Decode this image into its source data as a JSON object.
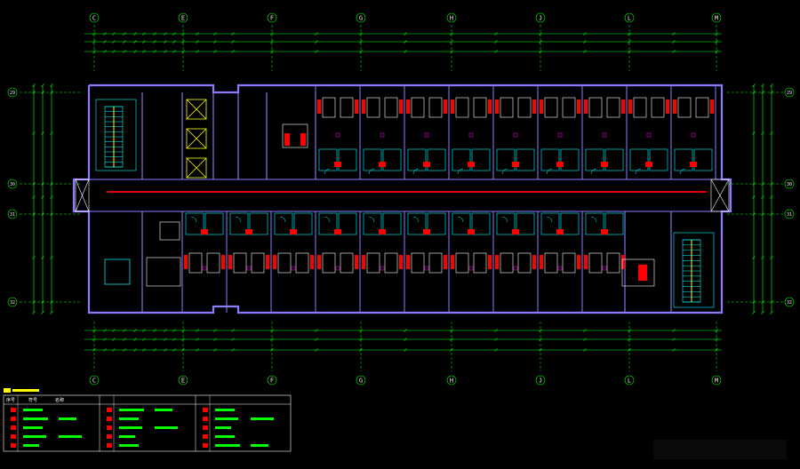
{
  "drawing": {
    "background": "#000000",
    "colors": {
      "wall": "#8a7cff",
      "cyan": "#00ffff",
      "green": "#00ff00",
      "red": "#ff0000",
      "white": "#ffffff",
      "yellow": "#ffff00",
      "magenta": "#ff00ff"
    }
  },
  "grid": {
    "columns": [
      "C",
      "E",
      "F",
      "G",
      "H",
      "J",
      "L",
      "M"
    ],
    "rows": [
      "29",
      "30",
      "31",
      "32"
    ]
  },
  "legend": {
    "headers": [
      "序号",
      "符号",
      "名称"
    ]
  }
}
